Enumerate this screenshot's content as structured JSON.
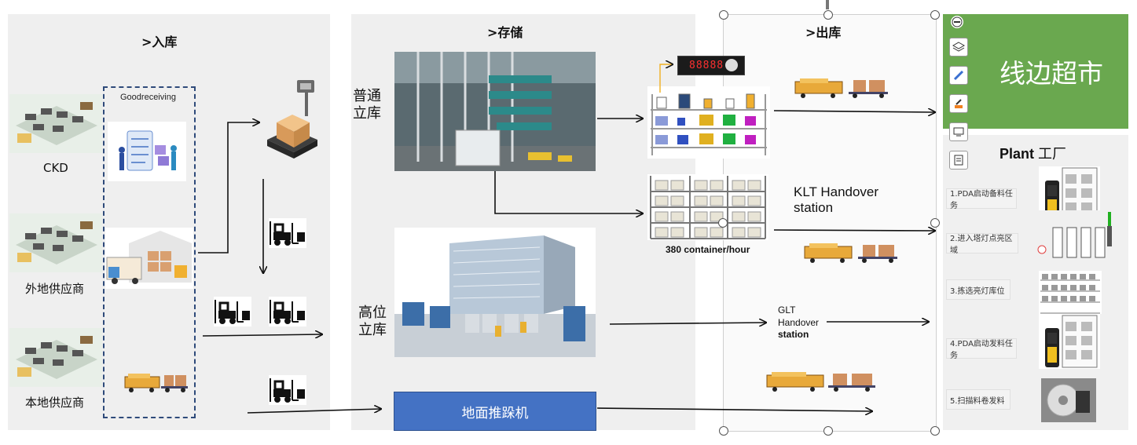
{
  "sections": {
    "inbound": ">入库",
    "storage": ">存储",
    "outbound": ">出库"
  },
  "suppliers": [
    "CKD",
    "外地供应商",
    "本地供应商"
  ],
  "goodreceiving_label": "Goodreceiving",
  "storage_labels": {
    "normal": "普通\n立库",
    "high": "高位\n立库",
    "ground": "地面推跺机"
  },
  "outbound_labels": {
    "klt": "KLT Handover station",
    "container_rate": "380 container/hour",
    "glt_line1": "GLT",
    "glt_line2": "Handover",
    "glt_line3": "station"
  },
  "line_side": {
    "title": "线边超市",
    "accent": "#6aa84f"
  },
  "plant": {
    "title_bold": "Plant",
    "title_cn": "工厂",
    "steps": [
      "1.PDA启动备料任务",
      "2.进入塔灯点亮区域",
      "3.拣选亮灯库位",
      "4.PDA启动发料任务",
      "5.扫描料卷发料"
    ]
  },
  "display_digits": "88888",
  "toolbar_icons": [
    "minus-icon",
    "layers-icon",
    "pen-icon",
    "highlighter-icon",
    "monitor-icon",
    "edit-document-icon"
  ]
}
